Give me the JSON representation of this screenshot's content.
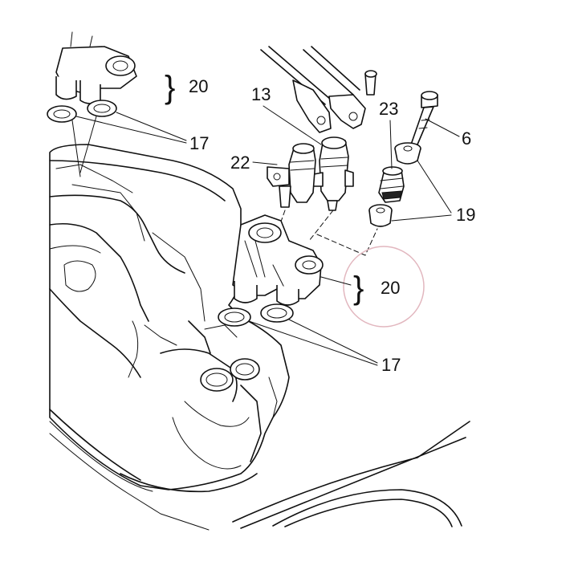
{
  "labels": {
    "top_left_20": "20",
    "top_left_17": "17",
    "injector_13": "13",
    "injector_22": "22",
    "sensor_23": "23",
    "screw_6": "6",
    "grommet_19": "19",
    "circled_20": "20",
    "bottom_17": "17"
  },
  "colors": {
    "line": "#111111",
    "highlight_circle": "#e2b7bf",
    "background": "#ffffff"
  }
}
